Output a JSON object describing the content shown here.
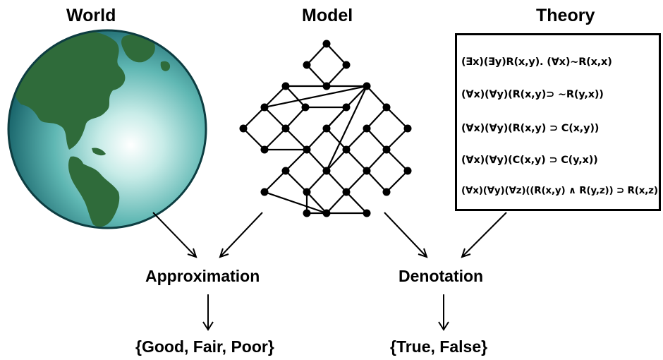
{
  "headings": {
    "world": "World",
    "model": "Model",
    "theory": "Theory"
  },
  "theory": {
    "formulas": [
      "(∃x)(∃y)R(x,y).       (∀x)~R(x,x)",
      "(∀x)(∀y)(R(x,y)⊃ ~R(y,x))",
      "(∀x)(∀y)(R(x,y) ⊃ C(x,y))",
      "(∀x)(∀y)(C(x,y) ⊃ C(y,x))",
      "(∀x)(∀y)(∀z)((R(x,y) ∧ R(y,z)) ⊃ R(x,z)"
    ]
  },
  "results": {
    "approximation": "Approximation",
    "denotation": "Denotation",
    "approximation_values": "{Good, Fair, Poor}",
    "denotation_values": "{True, False}"
  },
  "colors": {
    "ocean_light": "#e9f7f5",
    "ocean_dark": "#1a6f74",
    "land": "#2f6b3a",
    "ink": "#000000"
  }
}
